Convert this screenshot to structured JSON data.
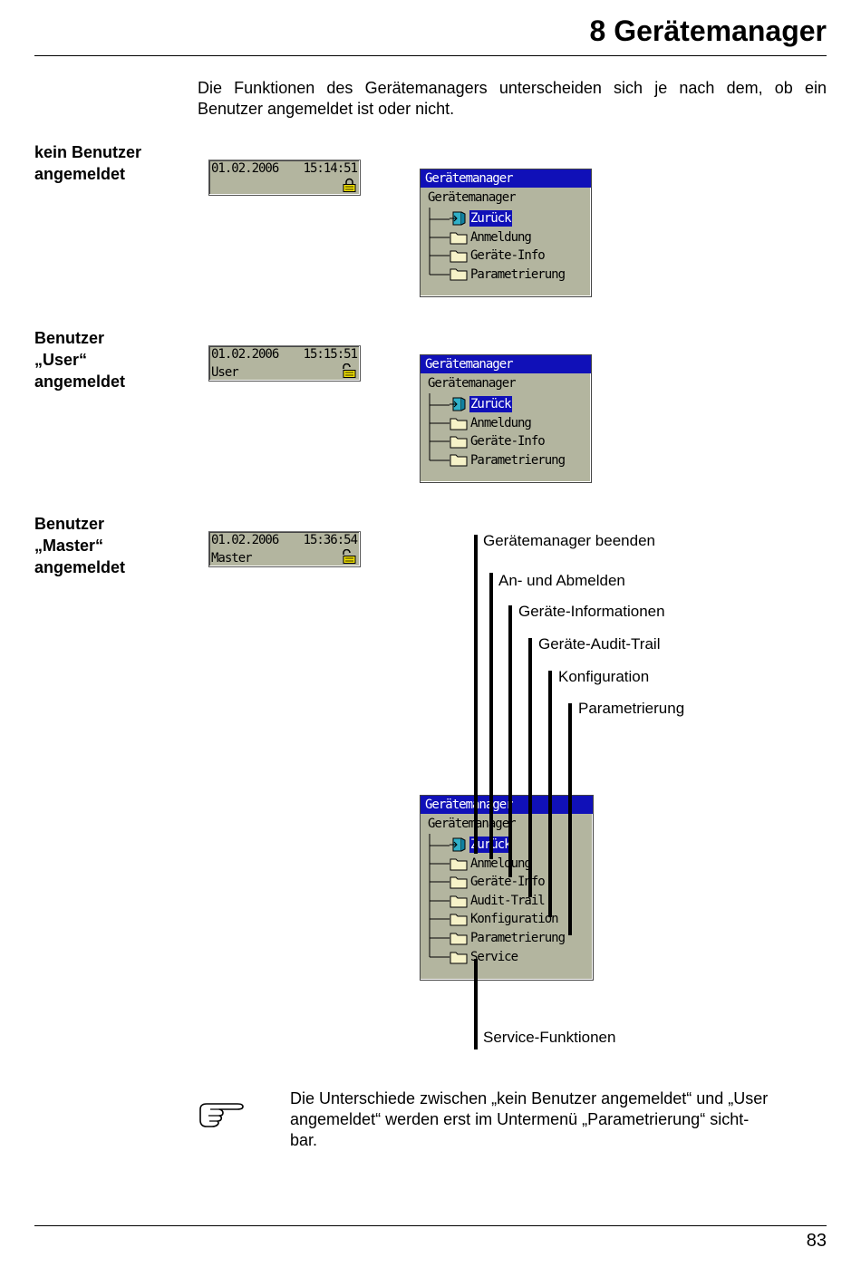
{
  "header": {
    "chapter_title": "8 Gerätemanager"
  },
  "intro": {
    "line1": "Die Funktionen des Gerätemanagers unterscheiden sich je nach dem, ob ein",
    "line2": "Benutzer angemeldet ist oder nicht."
  },
  "sections": [
    {
      "label_lines": [
        "kein Benutzer",
        "angemeldet"
      ],
      "status": {
        "date": "01.02.2006",
        "time": "15:14:51",
        "user": ""
      },
      "window": {
        "title": "Gerätemanager",
        "root": "Gerätemanager",
        "items": [
          "Zurück",
          "Anmeldung",
          "Geräte-Info",
          "Parametrierung"
        ]
      }
    },
    {
      "label_lines": [
        "Benutzer",
        "„User“",
        "angemeldet"
      ],
      "status": {
        "date": "01.02.2006",
        "time": "15:15:51",
        "user": "User"
      },
      "window": {
        "title": "Gerätemanager",
        "root": "Gerätemanager",
        "items": [
          "Zurück",
          "Anmeldung",
          "Geräte-Info",
          "Parametrierung"
        ]
      }
    },
    {
      "label_lines": [
        "Benutzer",
        "„Master“",
        "angemeldet"
      ],
      "status": {
        "date": "01.02.2006",
        "time": "15:36:54",
        "user": "Master"
      },
      "window": {
        "title": "Gerätemanager",
        "root": "Gerätemanager",
        "items": [
          "Zurück",
          "Anmeldung",
          "Geräte-Info",
          "Audit-Trail",
          "Konfiguration",
          "Parametrierung",
          "Service"
        ]
      },
      "callouts": [
        "Gerätemanager beenden",
        "An- und Abmelden",
        "Geräte-Informationen",
        "Geräte-Audit-Trail",
        "Konfiguration",
        "Parametrierung",
        "Service-Funktionen"
      ]
    }
  ],
  "note": {
    "icon": "pointing-hand-icon",
    "lines": [
      "Die Unterschiede zwischen „kein Benutzer angemeldet“ und „User",
      "angemeldet“ werden erst im Untermenü „Parametrierung“ sicht-",
      "bar."
    ]
  },
  "footer": {
    "page_number": "83"
  },
  "colors": {
    "lcd_background": "#b3b59f",
    "selection_blue": "#1010b8",
    "lock_yellow": "#f0e000"
  }
}
